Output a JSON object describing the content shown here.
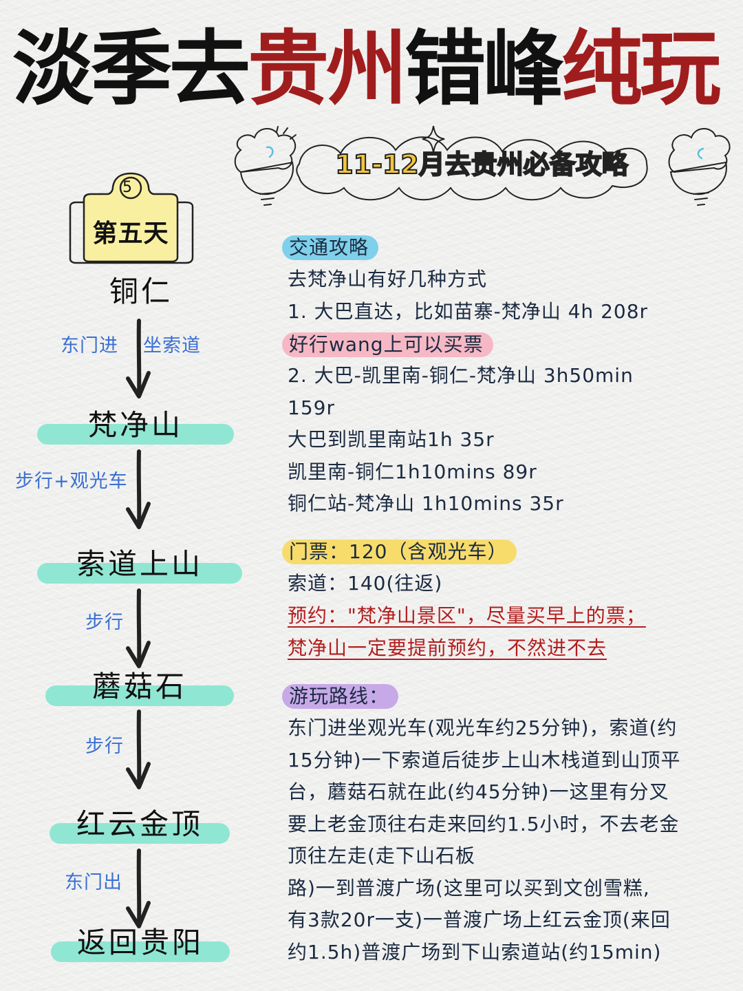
{
  "title": {
    "parts": [
      {
        "text": "淡季去",
        "color": "#111111"
      },
      {
        "text": "贵州",
        "color": "#a01d1d"
      },
      {
        "text": "错峰",
        "color": "#111111"
      },
      {
        "text": "纯玩",
        "color": "#a01d1d"
      }
    ]
  },
  "banner": {
    "text": "11-12月去贵州必备攻略",
    "icons": [
      "lightbulb-icon-left",
      "sparkle-icon",
      "lightbulb-icon-right"
    ]
  },
  "day_badge": {
    "number": "5",
    "label": "第五天"
  },
  "route": {
    "start": "铜仁",
    "stops": [
      {
        "name": "梵净山"
      },
      {
        "name": "索道上山"
      },
      {
        "name": "蘑菇石"
      },
      {
        "name": "红云金顶"
      },
      {
        "name": "返回贵阳"
      }
    ],
    "notes": [
      {
        "left": "东门进",
        "right": "坐索道"
      },
      {
        "left": "步行+观光车"
      },
      {
        "left": "步行"
      },
      {
        "left": "步行"
      },
      {
        "left": "东门出"
      }
    ],
    "bar_color": "#8fe6d3",
    "note_color": "#3a6fd1"
  },
  "transport": {
    "heading": "交通攻略",
    "lines": [
      "去梵净山有好几种方式",
      "1. 大巴直达，比如苗寨-梵净山 4h 208r"
    ],
    "tip": "好行wang上可以买票",
    "lines2": [
      "2. 大巴-凯里南-铜仁-梵净山 3h50min",
      "159r",
      "大巴到凯里南站1h 35r",
      "凯里南-铜仁1h10mins 89r",
      "铜仁站-梵净山 1h10mins 35r"
    ]
  },
  "tickets": {
    "heading": "门票：120（含观光车）",
    "cable": "索道：140(往返)",
    "warnings": [
      "预约：\"梵净山景区\"，尽量买早上的票；",
      "梵净山一定要提前预约，不然进不去"
    ],
    "warning_color": "#b21d1d"
  },
  "itinerary": {
    "heading": "游玩路线：",
    "lines": [
      "东门进坐观光车(观光车约25分钟)，索道(约",
      "15分钟)一下索道后徒步上山木栈道到山顶平",
      "台，蘑菇石就在此(约45分钟)一这里有分叉",
      "要上老金顶往右走来回约1.5小时，不去老金",
      "顶往左走(走下山石板",
      "路)一到普渡广场(这里可以买到文创雪糕,",
      "有3款20r一支)一普渡广场上红云金顶(来回",
      "约1.5h)普渡广场到下山索道站(约15min)"
    ]
  },
  "colors": {
    "pill_blue": "#7fd0ea",
    "pill_pink": "#f6b8c4",
    "pill_yellow": "#f7dc6c",
    "pill_purple": "#c7a9e8",
    "banner_text": "#f2c53c",
    "badge_fill": "#f8f0a0"
  }
}
